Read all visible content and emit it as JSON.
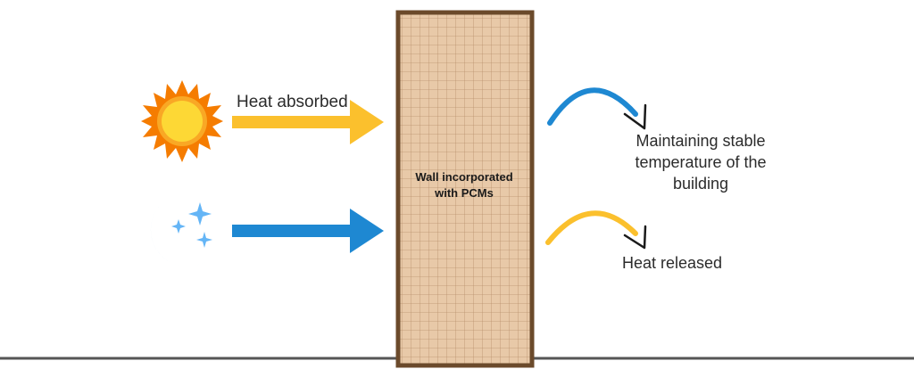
{
  "labels": {
    "heat_absorbed": "Heat absorbed",
    "wall_line1": "Wall incorporated",
    "wall_line2": "with PCMs",
    "stable_line1": "Maintaining stable",
    "stable_line2": "temperature of the",
    "stable_line3": "building",
    "heat_released": "Heat released"
  },
  "icons": {
    "day": "sun-icon",
    "night": "moon-and-stars-icon"
  },
  "colors": {
    "sun_yellow": "#fbc02d",
    "sun_orange": "#f57c00",
    "heat_arrow": "#fbc02d",
    "cool_arrow": "#1e88d2",
    "moon_blue": "#1e88d2",
    "star_blue": "#64b5f6",
    "wall_fill": "#e8c9a8",
    "wall_border": "#6b4a2b",
    "grid_line": "#b9906c"
  }
}
